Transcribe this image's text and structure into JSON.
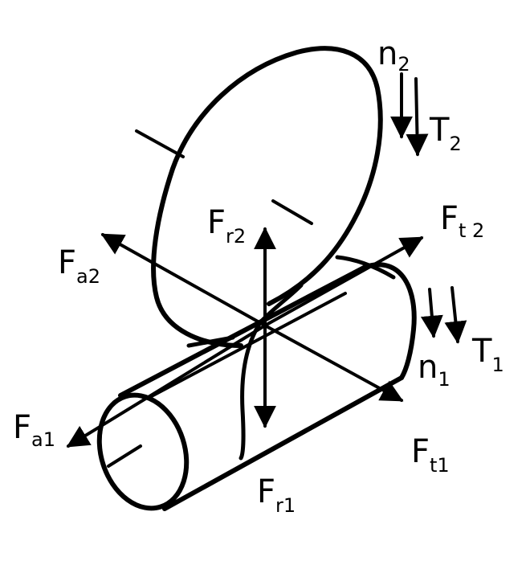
{
  "labels": {
    "n2": {
      "main": "n",
      "sub": "2"
    },
    "T2": {
      "main": "T",
      "sub": "2"
    },
    "Fr2": {
      "main": "F",
      "sub": "r2"
    },
    "Ft2": {
      "main": "F",
      "sub": "t 2"
    },
    "Fa2": {
      "main": "F",
      "sub": "a2"
    },
    "T1": {
      "main": "T",
      "sub": "1"
    },
    "n1": {
      "main": "n",
      "sub": "1"
    },
    "Fa1": {
      "main": "F",
      "sub": "a1"
    },
    "Ft1": {
      "main": "F",
      "sub": "t1"
    },
    "Fr1": {
      "main": "F",
      "sub": "r1"
    }
  },
  "colors": {
    "ink": "#000000",
    "background": "#ffffff"
  }
}
